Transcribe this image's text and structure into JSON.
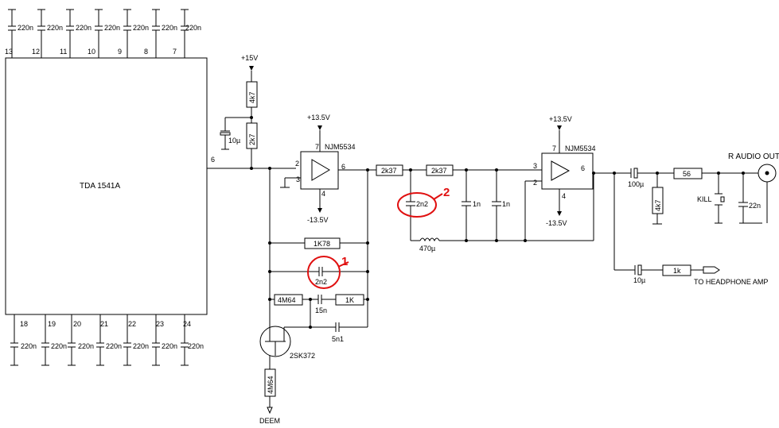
{
  "colors": {
    "wire": "#000000",
    "highlight": "#e01010",
    "background": "#ffffff"
  },
  "ic": {
    "name": "TDA 1541A",
    "out_pin": "6"
  },
  "decoupling": {
    "top_pins": [
      "13",
      "12",
      "11",
      "10",
      "9",
      "8",
      "7"
    ],
    "bottom_pins": [
      "18",
      "19",
      "20",
      "21",
      "22",
      "23",
      "24"
    ],
    "cap_value": "220n"
  },
  "supply": {
    "plus15": "+15V",
    "plus13_5": "+13.5V",
    "minus13_5": "-13.5V"
  },
  "input_net": {
    "r_top": "4k7",
    "r_bottom": "2k7",
    "cap": "10µ"
  },
  "opamp1": {
    "name": "NJM5534",
    "pins": {
      "p7": "7",
      "p2": "2",
      "p3": "3",
      "p6": "6",
      "p4": "4"
    },
    "feedback": {
      "r": "1K78",
      "c": "2n2",
      "r2": "4M64",
      "c2": "15n",
      "r3": "1K",
      "c3": "5n1"
    }
  },
  "jfet": {
    "name": "2SK372",
    "r": "4M64",
    "input": "DEEM"
  },
  "filter": {
    "r1": "2k37",
    "r2": "2k37",
    "c1": "2n2",
    "c2": "1n",
    "c3": "1n",
    "inductor": "470µ"
  },
  "opamp2": {
    "name": "NJM5534",
    "pins": {
      "p7": "7",
      "p3": "3",
      "p2": "2",
      "p6": "6",
      "p4": "4"
    }
  },
  "output": {
    "cap": "100µ",
    "r_shunt": "4k7",
    "r_series": "56",
    "kill": "KILL",
    "c_out": "22n",
    "label": "R AUDIO OUT"
  },
  "headphone": {
    "cap": "10µ",
    "r": "1k",
    "label": "TO HEADPHONE AMP"
  },
  "markers": {
    "m1": "1",
    "m2": "2"
  }
}
